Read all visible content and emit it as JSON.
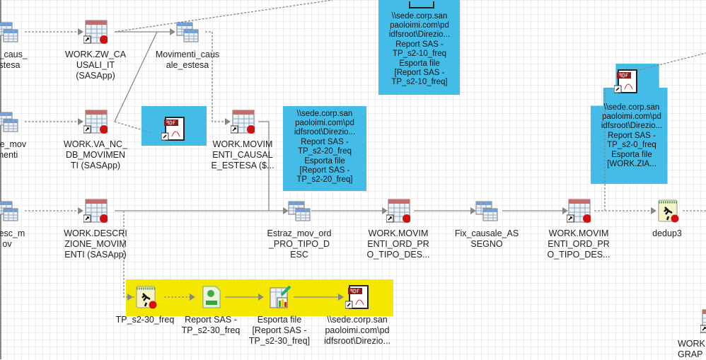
{
  "nodes": {
    "row1": [
      {
        "label": "ata_caus_\nestesa",
        "type": "table"
      },
      {
        "label": "WORK.ZW_CA\nUSALI_IT\n(SASApp)",
        "type": "work-table"
      },
      {
        "label": "Movimenti_caus\nale_estesa",
        "type": "table"
      }
    ],
    "row2": [
      {
        "label": "ione_mov\nmenti",
        "type": "table"
      },
      {
        "label": "WORK.VA_NC_\nDB_MOVIMEN\nTI (SASApp)",
        "type": "work-table"
      },
      {
        "label": "WORK.MOVIM\nENTI_CAUSAL\nE_ESTESA ($...",
        "type": "work-table"
      }
    ],
    "row3": [
      {
        "label": "_desc_m\nov",
        "type": "table"
      },
      {
        "label": "WORK.DESCRI\nZIONE_MOVIM\nENTI (SASApp)",
        "type": "work-table"
      },
      {
        "label": "Estraz_mov_ord\n_PRO_TIPO_D\nESC",
        "type": "table"
      },
      {
        "label": "WORK.MOVIM\nENTI_ORD_PR\nO_TIPO_DES...",
        "type": "work-table"
      },
      {
        "label": "Fix_causale_AS\nSEGNO",
        "type": "table"
      },
      {
        "label": "WORK.MOVIM\nENTI_ORD_PR\nO_TIPO_DES...",
        "type": "work-table"
      },
      {
        "label": "dedup3",
        "type": "job"
      }
    ],
    "yellow_group": [
      {
        "label": "TP_s2-30_freq",
        "type": "job"
      },
      {
        "label": "Report SAS -\nTP_s2-30_freq",
        "type": "report"
      },
      {
        "label": "Esporta file\n[Report SAS -\nTP_s2-30_freq]",
        "type": "export"
      },
      {
        "label": "\\\\sede.corp.san\npaoloimi.com\\pd\nidfsroot\\Direzio...",
        "type": "pdf"
      }
    ],
    "blue_groups": [
      {
        "labels": [
          "\\\\sede.corp.san\npaoloimi.com\\pd\nidfsroot\\Direzio...",
          "Report SAS -\nTP_s2-20_freq",
          "Esporta file\n[Report SAS -\nTP_s2-20_freq]"
        ]
      },
      {
        "labels": [
          "\\\\sede.corp.san\npaoloimi.com\\pd\nidfsroot\\Direzio...",
          "Report SAS -\nTP_s2-10_freq",
          "Esporta file\n[Report SAS -\nTP_s2-10_freq]"
        ]
      },
      {
        "labels": [
          "\\\\sede.corp.san\npaoloimi.com\\pd\nidfsroot\\Direzio...",
          "Report SAS -\nTP_s2-0_freq",
          "Esporta file\n[WORK.ZIA..."
        ]
      }
    ],
    "partial": {
      "label": "WORK\nGRAP"
    }
  },
  "colors": {
    "group_blue": "#43bde8",
    "group_yellow": "#f5e800",
    "table_red": "#c0392b"
  }
}
